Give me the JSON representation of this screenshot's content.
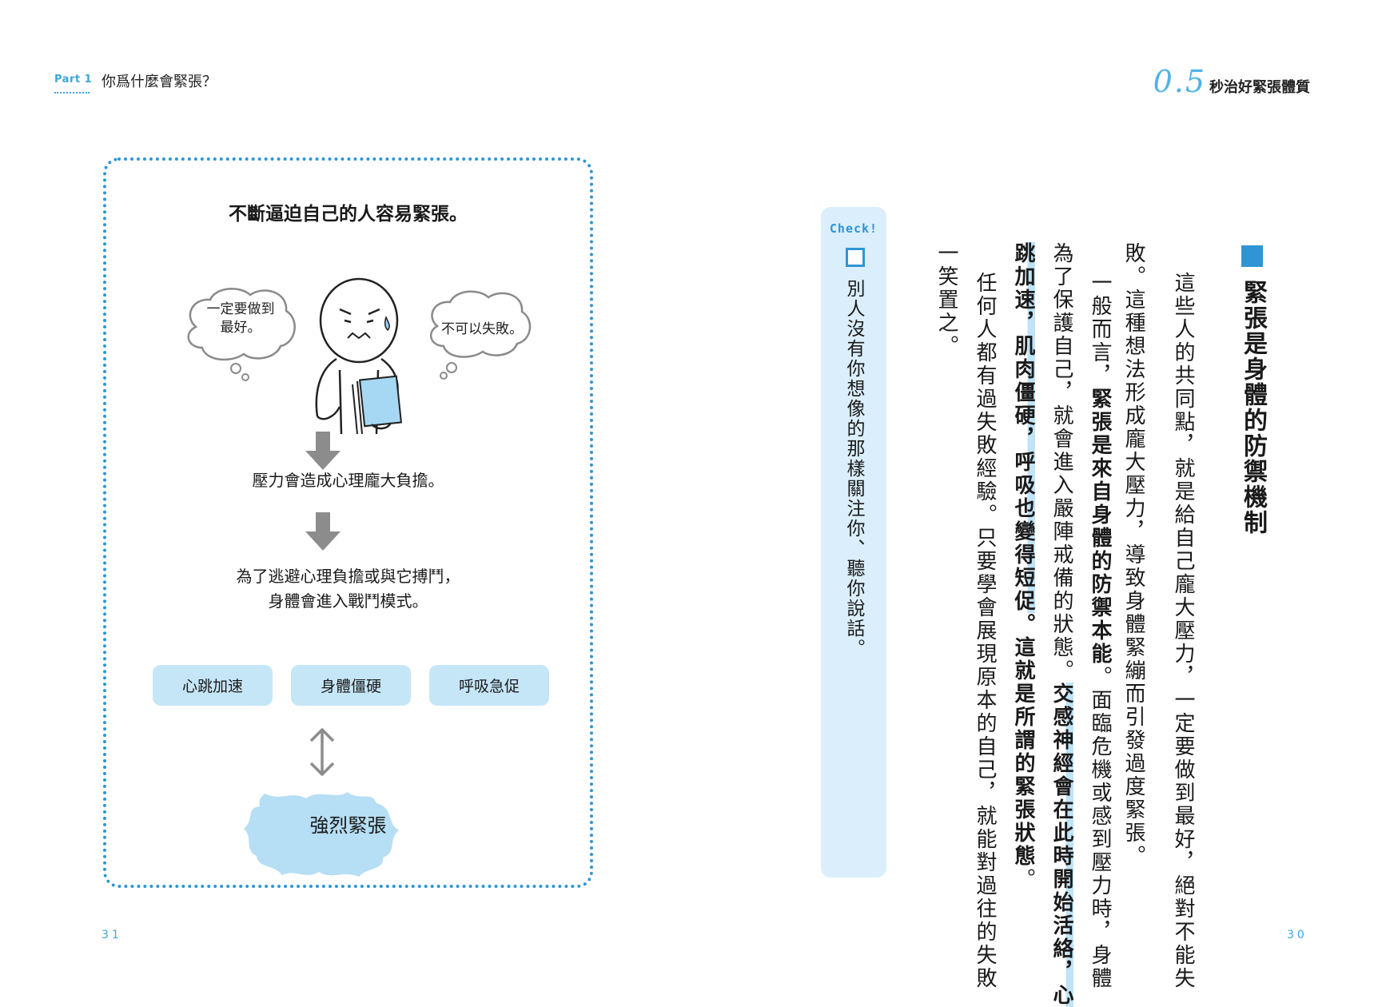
{
  "header": {
    "part_label": "Part 1",
    "chapter_title": "你爲什麼會緊張？",
    "book_logo": "0.5",
    "book_title": "秒治好緊張體質"
  },
  "illustration": {
    "heading": "不斷逼迫自己的人容易緊張。",
    "bubble_left": [
      "一定要做到",
      "最好。"
    ],
    "bubble_right": "不可以失敗。",
    "step1": "壓力會造成心理龐大負擔。",
    "step2": [
      "為了逃避心理負擔或與它搏鬥，",
      "身體會進入戰鬥模式。"
    ],
    "symptoms": [
      "心跳加速",
      "身體僵硬",
      "呼吸急促"
    ],
    "result": "強烈緊張"
  },
  "check": {
    "label": "Check!",
    "text": "別人沒有你想像的那樣關注你、聽你說話。"
  },
  "article": {
    "title": "緊張是身體的防禦機制",
    "col1": "這些人的共同點，就是給自己龐大壓力，一定要做到最好，絕對不能失",
    "col2": "敗。這種想法形成龐大壓力，導致身體緊繃而引發過度緊張。",
    "col3_a": "一般而言，",
    "col3_b": "緊張是來自身體的防禦本能",
    "col3_c": "。面臨危機或感到壓力時，身體",
    "col4_a": "為了保護自己，就會進入嚴陣戒備的狀態。",
    "col4_b": "交感神經會在此時開始活絡，心",
    "col5_a": "跳加速，肌肉僵硬，呼吸也變得短促",
    "col5_b": "。這就是所謂的緊張狀態",
    "col5_c": "。",
    "col6": "任何人都有過失敗經驗。只要學會展現原本的自己，就能對過往的失敗",
    "col7": "一笑置之。"
  },
  "page_numbers": {
    "left": "31",
    "right": "30"
  },
  "colors": {
    "accent": "#2f95d3",
    "fill": "#c5e6f7",
    "check_bg": "#dbeefb"
  }
}
